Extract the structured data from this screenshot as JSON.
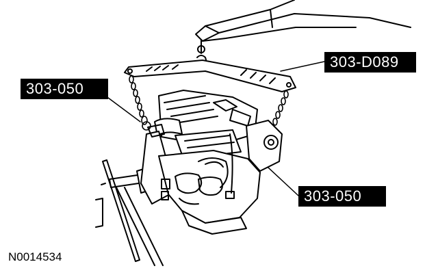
{
  "callouts": {
    "lifting_bracket": "303-D089",
    "chain_left": "303-050",
    "chain_right": "303-050"
  },
  "figure_id": "N0014534",
  "colors": {
    "ink": "#000000",
    "paper": "#ffffff"
  }
}
